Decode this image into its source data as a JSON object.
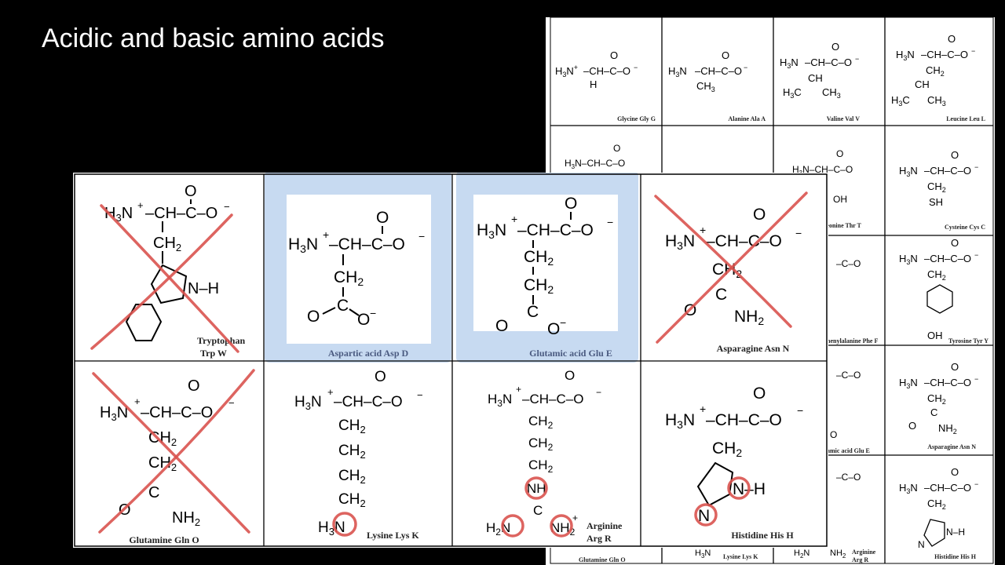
{
  "slide": {
    "title": "Acidic and basic amino acids"
  },
  "back_sheet": {
    "cells": [
      {
        "caption": "Glycine Gly G"
      },
      {
        "caption": "Alanine Ala A"
      },
      {
        "caption": "Valine Val V"
      },
      {
        "caption": "Leucine Leu L"
      },
      {
        "caption": "Cysteine Cys C"
      },
      {
        "caption": "Tyrosine Tyr Y"
      },
      {
        "caption": "Asparagine Asn N"
      },
      {
        "caption": "Histidine His H"
      }
    ],
    "partial_captions": [
      "reonine Thr T",
      "henylalanine Phe F",
      "amic acid Glu E",
      "Glutamine Gln O",
      "Lysine Lys K",
      "Arginine",
      "Arg R"
    ]
  },
  "front_sheet": {
    "cells": [
      {
        "caption": "Tryptophan",
        "caption2": "Trp W",
        "crossed": true
      },
      {
        "caption": "Aspartic acid Asp D",
        "highlighted": true
      },
      {
        "caption": "Glutamic acid Glu E",
        "highlighted": true
      },
      {
        "caption": "Asparagine Asn N",
        "crossed": true
      },
      {
        "caption": "Glutamine Gln O",
        "crossed": true
      },
      {
        "caption": "Lysine Lys K"
      },
      {
        "caption": "Arginine",
        "caption2": "Arg R"
      },
      {
        "caption": "Histidine His H"
      }
    ]
  },
  "colors": {
    "background": "#000000",
    "highlight": "#a9c6ea",
    "annotation": "#d9534f"
  }
}
